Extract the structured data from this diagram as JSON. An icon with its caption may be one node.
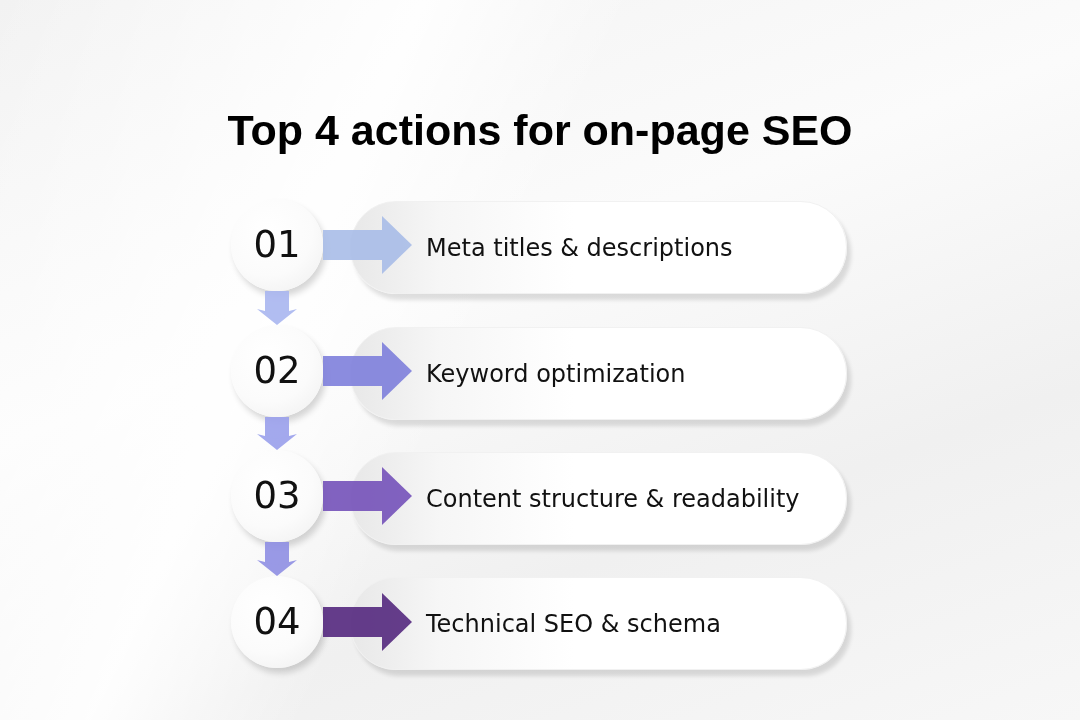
{
  "diagram": {
    "title": "Top 4 actions for on-page SEO",
    "nodes": [
      {
        "text": [
          "01"
        ]
      },
      {
        "text": [
          "Meta titles & descriptions"
        ]
      },
      {
        "text": [
          "02"
        ]
      },
      {
        "text": [
          "Keyword optimization"
        ]
      },
      {
        "text": [
          "03"
        ]
      },
      {
        "text": [
          "Content structure & readability"
        ]
      },
      {
        "text": [
          "04"
        ]
      },
      {
        "text": [
          "Technical SEO & schema"
        ]
      }
    ],
    "edges": [
      {
        "from": 0,
        "to": 1,
        "arrow": "to",
        "color": "#a9bde8"
      },
      {
        "from": 0,
        "to": 2,
        "arrow": "to",
        "color": "#a9b6f0"
      },
      {
        "from": 2,
        "to": 3,
        "arrow": "to",
        "color": "#7f80dc"
      },
      {
        "from": 2,
        "to": 4,
        "arrow": "to",
        "color": "#9aa0ec"
      },
      {
        "from": 4,
        "to": 5,
        "arrow": "to",
        "color": "#7552ba"
      },
      {
        "from": 4,
        "to": 6,
        "arrow": "to",
        "color": "#8f8fe4"
      },
      {
        "from": 6,
        "to": 7,
        "arrow": "to",
        "color": "#55297f"
      }
    ]
  }
}
